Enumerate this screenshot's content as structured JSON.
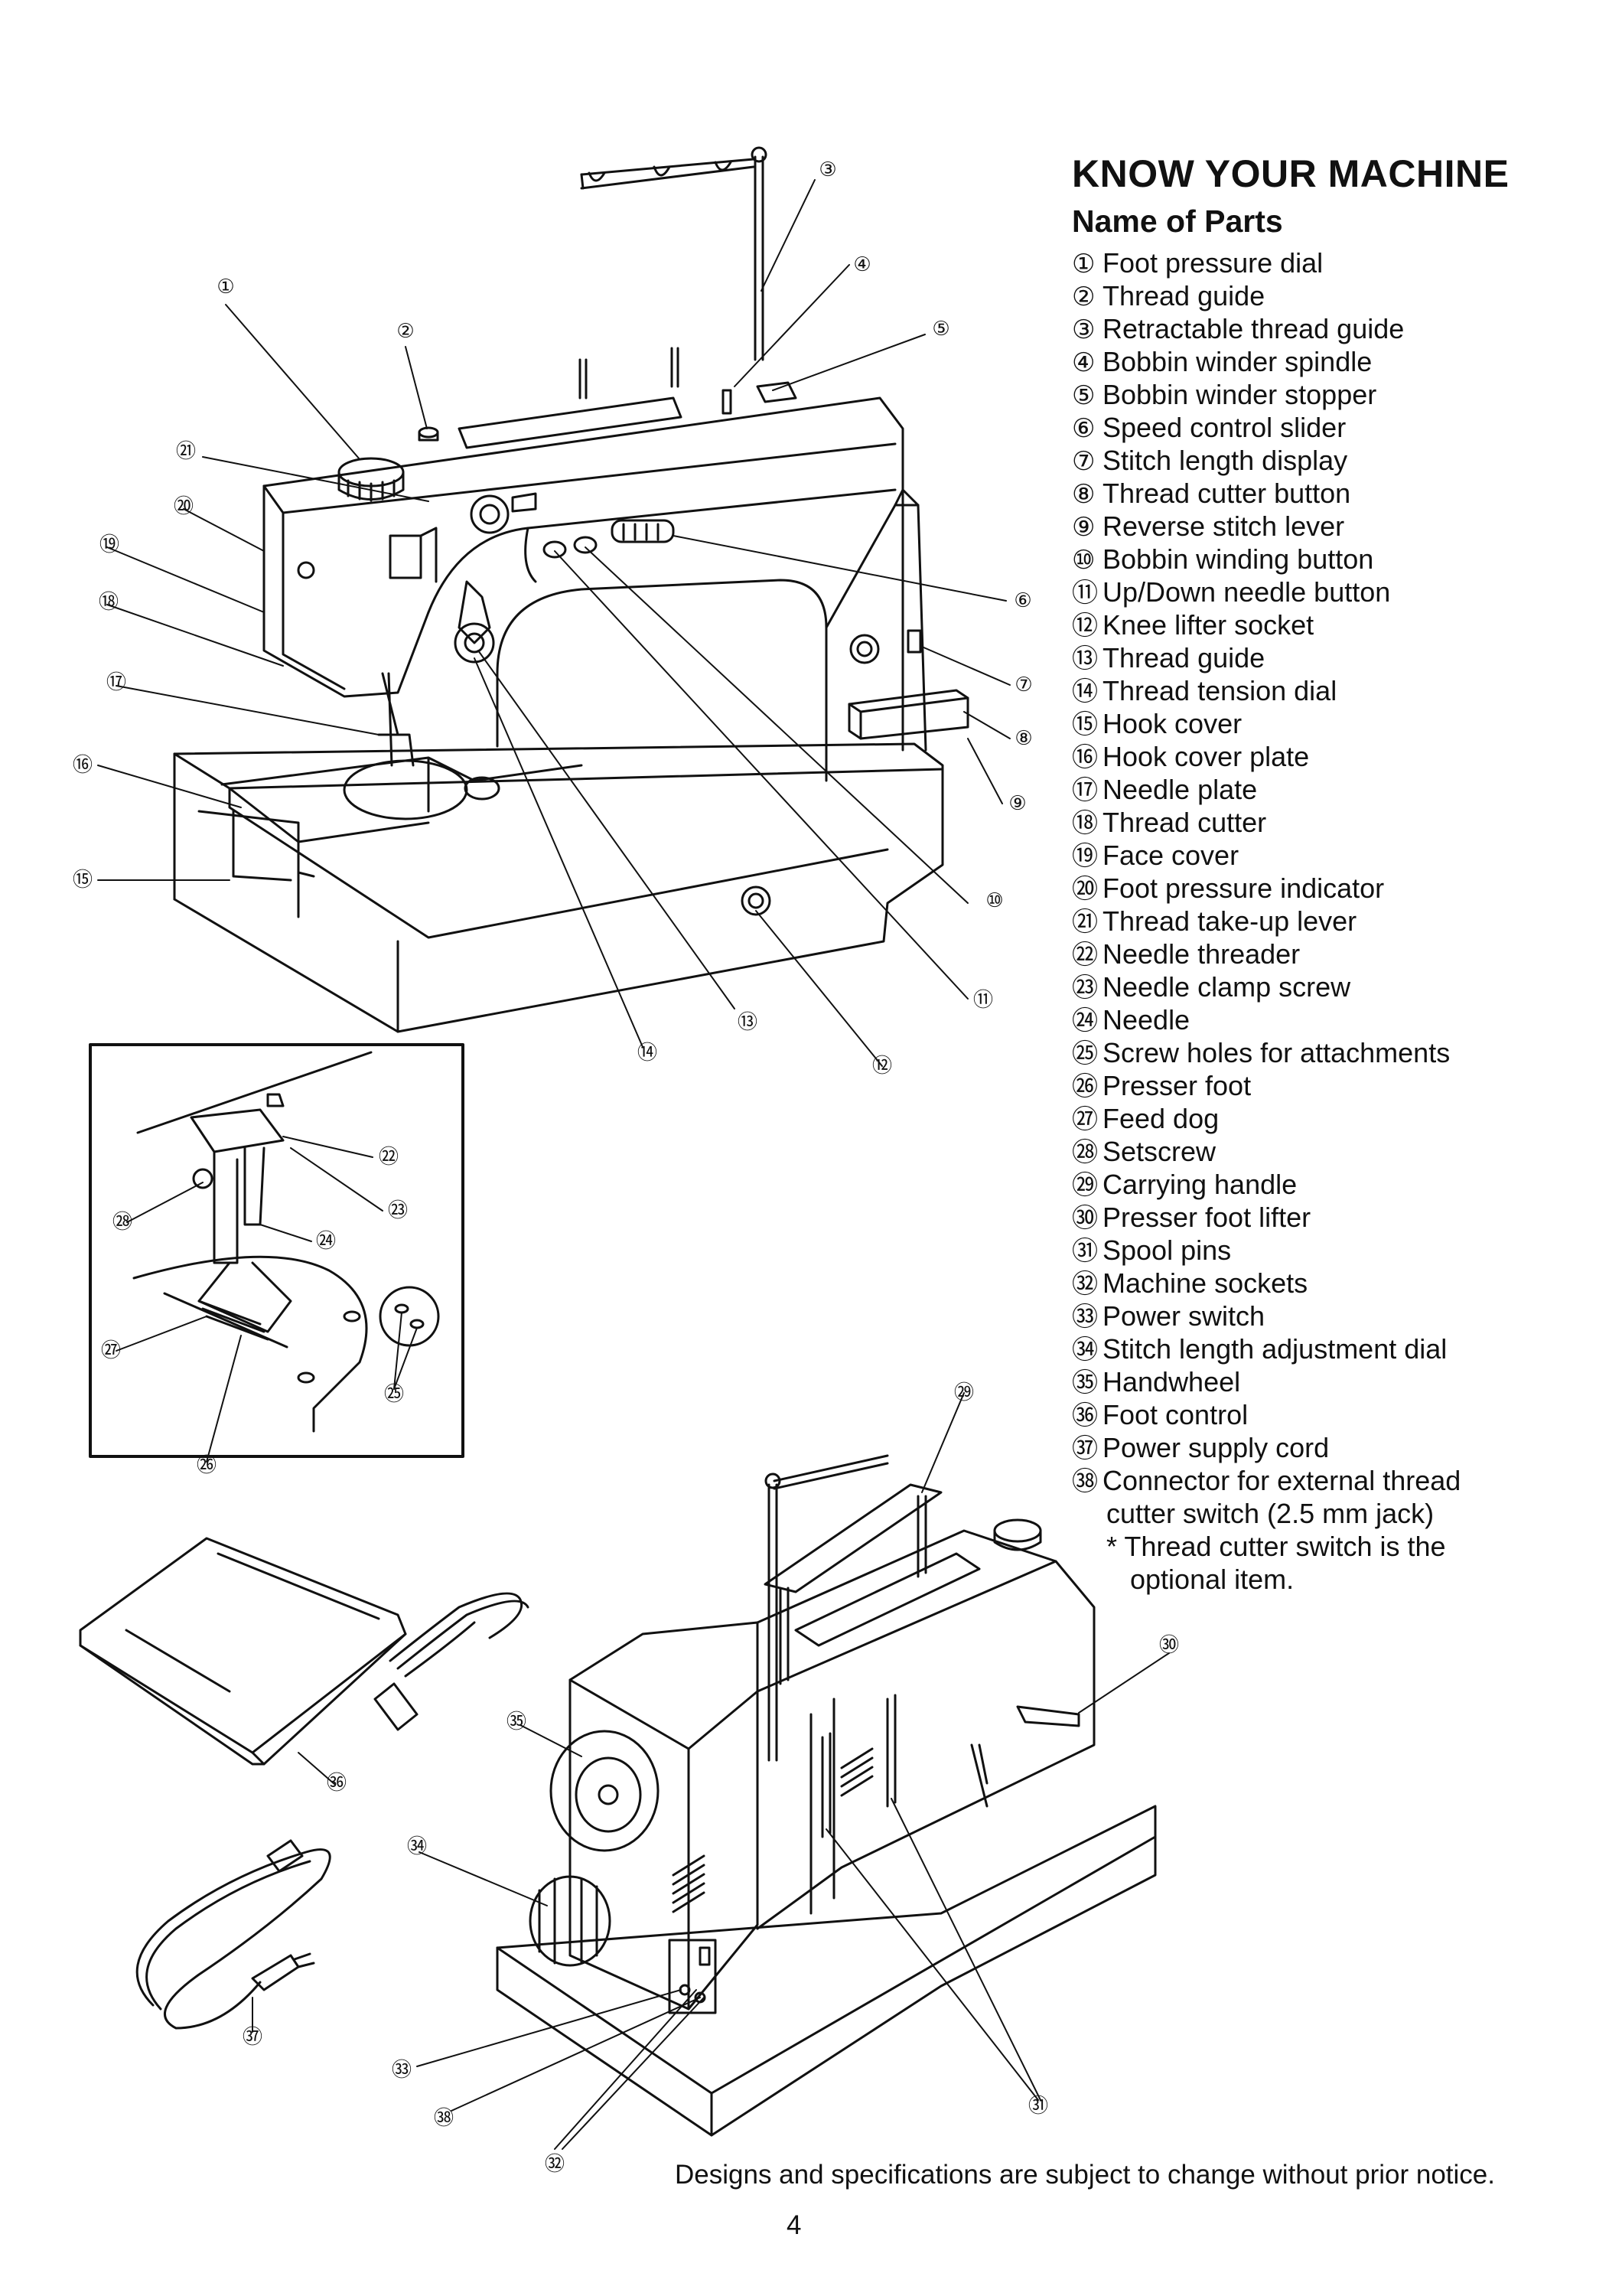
{
  "heading": "KNOW YOUR MACHINE",
  "subheading": "Name of Parts",
  "parts": [
    {
      "num": "①",
      "label": "Foot pressure dial"
    },
    {
      "num": "②",
      "label": "Thread guide"
    },
    {
      "num": "③",
      "label": "Retractable thread guide"
    },
    {
      "num": "④",
      "label": "Bobbin winder spindle"
    },
    {
      "num": "⑤",
      "label": "Bobbin winder stopper"
    },
    {
      "num": "⑥",
      "label": "Speed control slider"
    },
    {
      "num": "⑦",
      "label": "Stitch length display"
    },
    {
      "num": "⑧",
      "label": "Thread cutter button"
    },
    {
      "num": "⑨",
      "label": "Reverse stitch lever"
    },
    {
      "num": "⑩",
      "label": "Bobbin winding button"
    },
    {
      "num": "⑪",
      "label": "Up/Down needle button"
    },
    {
      "num": "⑫",
      "label": "Knee lifter socket"
    },
    {
      "num": "⑬",
      "label": "Thread guide"
    },
    {
      "num": "⑭",
      "label": "Thread tension dial"
    },
    {
      "num": "⑮",
      "label": "Hook cover"
    },
    {
      "num": "⑯",
      "label": "Hook cover plate"
    },
    {
      "num": "⑰",
      "label": "Needle plate"
    },
    {
      "num": "⑱",
      "label": "Thread cutter"
    },
    {
      "num": "⑲",
      "label": "Face cover"
    },
    {
      "num": "⑳",
      "label": "Foot pressure indicator"
    },
    {
      "num": "㉑",
      "label": "Thread take-up lever"
    },
    {
      "num": "㉒",
      "label": "Needle threader"
    },
    {
      "num": "㉓",
      "label": "Needle clamp screw"
    },
    {
      "num": "㉔",
      "label": "Needle"
    },
    {
      "num": "㉕",
      "label": "Screw holes for attachments"
    },
    {
      "num": "㉖",
      "label": "Presser foot"
    },
    {
      "num": "㉗",
      "label": "Feed dog"
    },
    {
      "num": "㉘",
      "label": "Setscrew"
    },
    {
      "num": "㉙",
      "label": "Carrying handle"
    },
    {
      "num": "㉚",
      "label": "Presser foot lifter"
    },
    {
      "num": "㉛",
      "label": "Spool pins"
    },
    {
      "num": "㉜",
      "label": "Machine sockets"
    },
    {
      "num": "㉝",
      "label": "Power switch"
    },
    {
      "num": "㉞",
      "label": "Stitch length adjustment dial"
    },
    {
      "num": "㉟",
      "label": "Handwheel"
    },
    {
      "num": "㊱",
      "label": "Foot control"
    },
    {
      "num": "㊲",
      "label": "Power supply cord"
    },
    {
      "num": "㊳",
      "label": "Connector for external thread"
    }
  ],
  "part38_continuation": "cutter switch (2.5 mm jack)",
  "note_line1": "*  Thread cutter switch is the",
  "note_line2": "optional item.",
  "callouts": [
    "①",
    "②",
    "③",
    "④",
    "⑤",
    "⑥",
    "⑦",
    "⑧",
    "⑨",
    "⑩",
    "⑪",
    "⑫",
    "⑬",
    "⑭",
    "⑮",
    "⑯",
    "⑰",
    "⑱",
    "⑲",
    "⑳",
    "㉑",
    "㉒",
    "㉓",
    "㉔",
    "㉕",
    "㉖",
    "㉗",
    "㉘",
    "㉙",
    "㉚",
    "㉛",
    "㉜",
    "㉝",
    "㉞",
    "㉟",
    "㊱",
    "㊲",
    "㊳"
  ],
  "footer": "Designs and specifications are subject to change without prior notice.",
  "page_number": "4"
}
